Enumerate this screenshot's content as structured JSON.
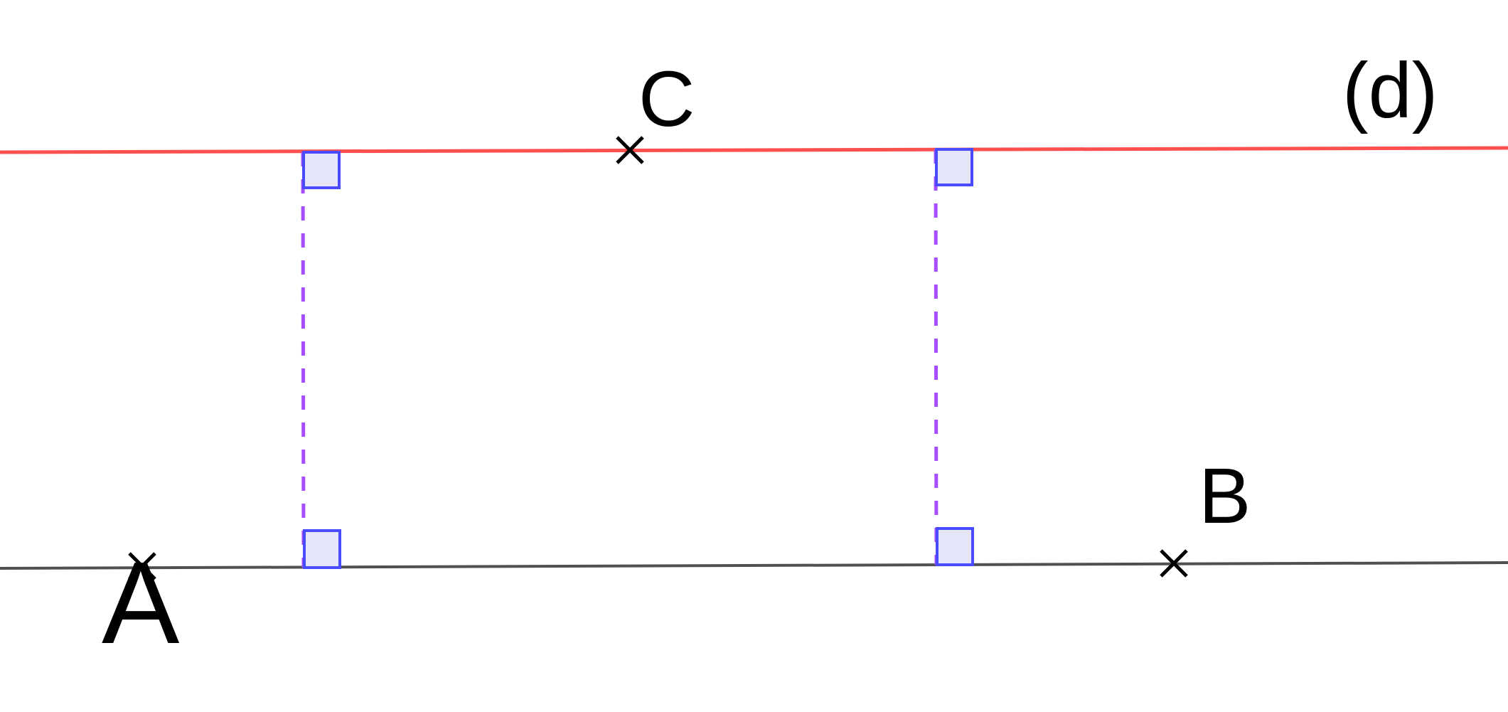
{
  "points": {
    "A": {
      "label": "A"
    },
    "B": {
      "label": "B"
    },
    "C": {
      "label": "C"
    }
  },
  "line_d": {
    "label": "(d)"
  },
  "colors": {
    "line_d": "#ff5050",
    "line_AB": "#505050",
    "perpendicular": "#a64dff",
    "right_angle_stroke": "#4a4aff",
    "right_angle_fill": "#e6e6fa",
    "point": "#000000"
  }
}
